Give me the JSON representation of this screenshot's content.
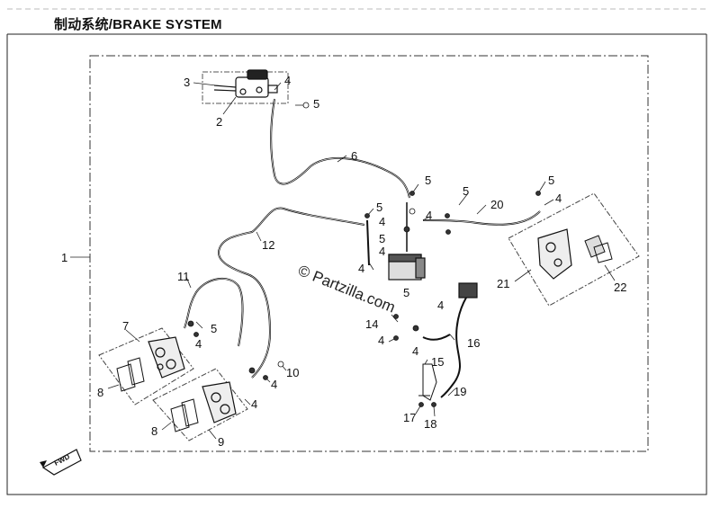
{
  "title": "制动系统/BRAKE SYSTEM",
  "watermark": "© Partzilla.com",
  "fwd_label": "FWD",
  "callouts": [
    {
      "id": "1",
      "label": "1"
    },
    {
      "id": "2",
      "label": "2"
    },
    {
      "id": "3",
      "label": "3"
    },
    {
      "id": "4a",
      "label": "4"
    },
    {
      "id": "5a",
      "label": "5"
    },
    {
      "id": "6",
      "label": "6"
    },
    {
      "id": "5b",
      "label": "5"
    },
    {
      "id": "5c",
      "label": "5"
    },
    {
      "id": "4b",
      "label": "4"
    },
    {
      "id": "5d",
      "label": "5"
    },
    {
      "id": "4c",
      "label": "4"
    },
    {
      "id": "5e",
      "label": "5"
    },
    {
      "id": "4d",
      "label": "4"
    },
    {
      "id": "20",
      "label": "20"
    },
    {
      "id": "5f",
      "label": "5"
    },
    {
      "id": "4e",
      "label": "4"
    },
    {
      "id": "12",
      "label": "12"
    },
    {
      "id": "5g",
      "label": "5"
    },
    {
      "id": "4f",
      "label": "4"
    },
    {
      "id": "11",
      "label": "11"
    },
    {
      "id": "7",
      "label": "7"
    },
    {
      "id": "5h",
      "label": "5"
    },
    {
      "id": "4g",
      "label": "4"
    },
    {
      "id": "14",
      "label": "14"
    },
    {
      "id": "4h",
      "label": "4"
    },
    {
      "id": "16",
      "label": "16"
    },
    {
      "id": "4i",
      "label": "4"
    },
    {
      "id": "15",
      "label": "15"
    },
    {
      "id": "10",
      "label": "10"
    },
    {
      "id": "4j",
      "label": "4"
    },
    {
      "id": "4k",
      "label": "4"
    },
    {
      "id": "8a",
      "label": "8"
    },
    {
      "id": "8b",
      "label": "8"
    },
    {
      "id": "9",
      "label": "9"
    },
    {
      "id": "19",
      "label": "19"
    },
    {
      "id": "17",
      "label": "17"
    },
    {
      "id": "18",
      "label": "18"
    },
    {
      "id": "21",
      "label": "21"
    },
    {
      "id": "22",
      "label": "22"
    },
    {
      "id": "4l",
      "label": "4"
    }
  ]
}
